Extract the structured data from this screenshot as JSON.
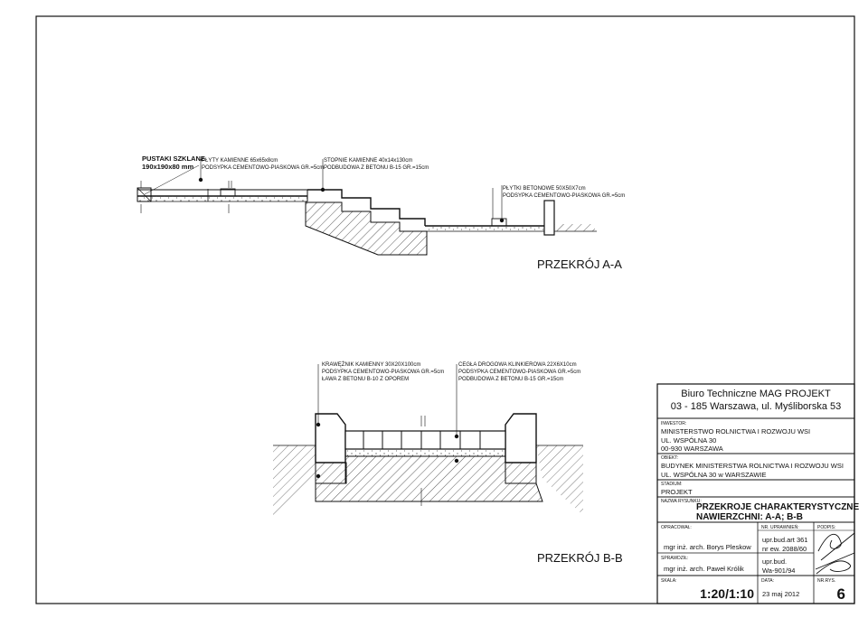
{
  "section_aa": {
    "title": "PRZEKRÓJ A-A",
    "labels": {
      "pustaki_1": "PUSTAKI SZKLANE",
      "pustaki_2": "190x190x80 mm",
      "plyty_1": "PŁYTY KAMIENNE 65x65x8cm",
      "plyty_2": "PODSYPKA CEMENTOWO-PIASKOWA GR.=5cm",
      "stopnie_1": "STOPNIE KAMIENNE 40x14x130cm",
      "stopnie_2": "PODBUDOWA Z BETONU B-15 GR.=15cm",
      "beton_1": "PŁYTKI BETONOWE 50X50X7cm",
      "beton_2": "PODSYPKA CEMENTOWO-PIASKOWA GR.=5cm"
    }
  },
  "section_bb": {
    "title": "PRZEKRÓJ B-B",
    "labels": {
      "kraw_1": "KRAWĘŻNIK KAMIENNY 30X20X100cm",
      "kraw_2": "PODSYPKA CEMENTOWO-PIASKOWA GR.=5cm",
      "kraw_3": "ŁAWA Z BETONU B-10 Z OPOREM",
      "cegla_1": "CEGŁA DROGOWA KLINKIEROWA 22X6X10cm",
      "cegla_2": "PODSYPKA CEMENTOWO-PIASKOWA GR.=5cm",
      "cegla_3": "PODBUDOWA Z BETONU B-15 GR.=15cm"
    }
  },
  "title_block": {
    "office_1": "Biuro Techniczne MAG PROJEKT",
    "office_2": "03 - 185 Warszawa, ul. Myśliborska 53",
    "investor_label": "INWESTOR:",
    "investor_1": "MINISTERSTWO ROLNICTWA I ROZWOJU WSI",
    "investor_2": "UL. WSPÓLNA 30",
    "investor_3": "00-930  WARSZAWA",
    "object_label": "OBIEKT:",
    "object_1": "BUDYNEK MINISTERSTWA ROLNICTWA I ROZWOJU WSI",
    "object_2": "UL. WSPÓLNA 30 w WARSZAWIE",
    "stage_label": "STADIUM:",
    "stage": "PROJEKT",
    "drawing_name_label": "NAZWA RYSUNKU:",
    "drawing_name_1": "PRZEKROJE CHARAKTERYSTYCZNE",
    "drawing_name_2": "NAWIERZCHNI: A-A; B-B",
    "designer_label": "OPRACOWAŁ:",
    "license_label": "NR. UPRAWNIEŃ:",
    "signature_label": "PODPIS:",
    "designer": "mgr inż. arch. Borys Pleskow",
    "designer_license_1": "upr.bud.art 361",
    "designer_license_2": "nr ew. 2088/60",
    "checker_label": "SPRAWDZIŁ:",
    "checker": "mgr inż. arch. Paweł Królik",
    "checker_license_1": "upr.bud.",
    "checker_license_2": "Wa-901/94",
    "scale_label": "SKALA:",
    "date_label": "DATA:",
    "number_label": "NR.RYS.",
    "scale": "1:20/1:10",
    "date": "23 maj 2012",
    "number": "6"
  }
}
